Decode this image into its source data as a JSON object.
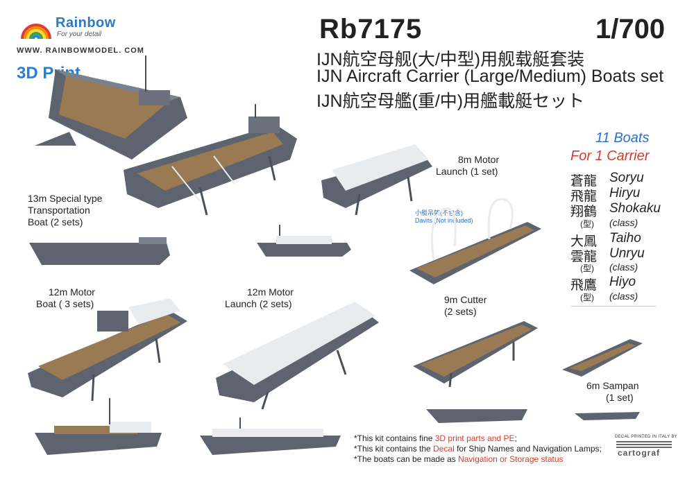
{
  "brand": {
    "name": "Rainbow",
    "tagline": "For your detail",
    "url": "WWW. RAINBOWMODEL. COM",
    "print": "3D Print"
  },
  "product": {
    "code": "Rb7175",
    "scale": "1/700",
    "title_cn": "IJN航空母舰(大/中型)用舰载艇套装",
    "title_en": "IJN Aircraft Carrier (Large/Medium) Boats set",
    "title_jp": "IJN航空母艦(重/中)用艦載艇セット"
  },
  "summary": {
    "boats_count": "11",
    "boats_word": "Boats",
    "for_carrier": "For 1 Carrier"
  },
  "carriers": [
    {
      "jp": "蒼龍",
      "en": "Soryu"
    },
    {
      "jp": "飛龍",
      "en": "Hiryu"
    },
    {
      "jp": "翔鶴",
      "en": "Shokaku"
    },
    {
      "jp": "(型)",
      "en": "(class)"
    },
    {
      "jp": "大鳳",
      "en": "Taiho"
    },
    {
      "jp": "雲龍",
      "en": "Unryu"
    },
    {
      "jp": "(型)",
      "en": "(class)"
    },
    {
      "jp": "飛鷹",
      "en": "Hiyo"
    },
    {
      "jp": "(型)",
      "en": "(class)"
    }
  ],
  "labels": {
    "transport_1": "13m Special type",
    "transport_2": "Transportation",
    "transport_3": "Boat (2 sets)",
    "motorboat_1": "12m Motor",
    "motorboat_2": "Boat ( 3 sets)",
    "launch12_1": "12m Motor",
    "launch12_2": "Launch (2 sets)",
    "launch8_1": "8m Motor",
    "launch8_2": "Launch (1 set)",
    "cutter_1": "9m Cutter",
    "cutter_2": "(2 sets)",
    "sampan_1": "6m Sampan",
    "sampan_2": "(1 set)",
    "davits_cn": "小艇吊架(不包含)",
    "davits_en": "Davits (Not included)"
  },
  "notes": [
    {
      "pre": "*This kit contains fine ",
      "hl": "3D print parts and PE",
      "post": ";"
    },
    {
      "pre": "*This kit contains the ",
      "hl": "Decal",
      "post": " for Ship Names and Navigation Lamps;"
    },
    {
      "pre": "*The boats can be made as ",
      "hl": "Navigation or Storage status",
      "post": ""
    }
  ],
  "decal": {
    "printed": "DECAL PRINTED IN ITALY BY",
    "maker": "cartograf"
  },
  "colors": {
    "hull": "#5d6470",
    "deck": "#9a7a52",
    "cover": "#e9ecef",
    "accent_blue": "#2a6fc9",
    "accent_red": "#d23b2c"
  }
}
